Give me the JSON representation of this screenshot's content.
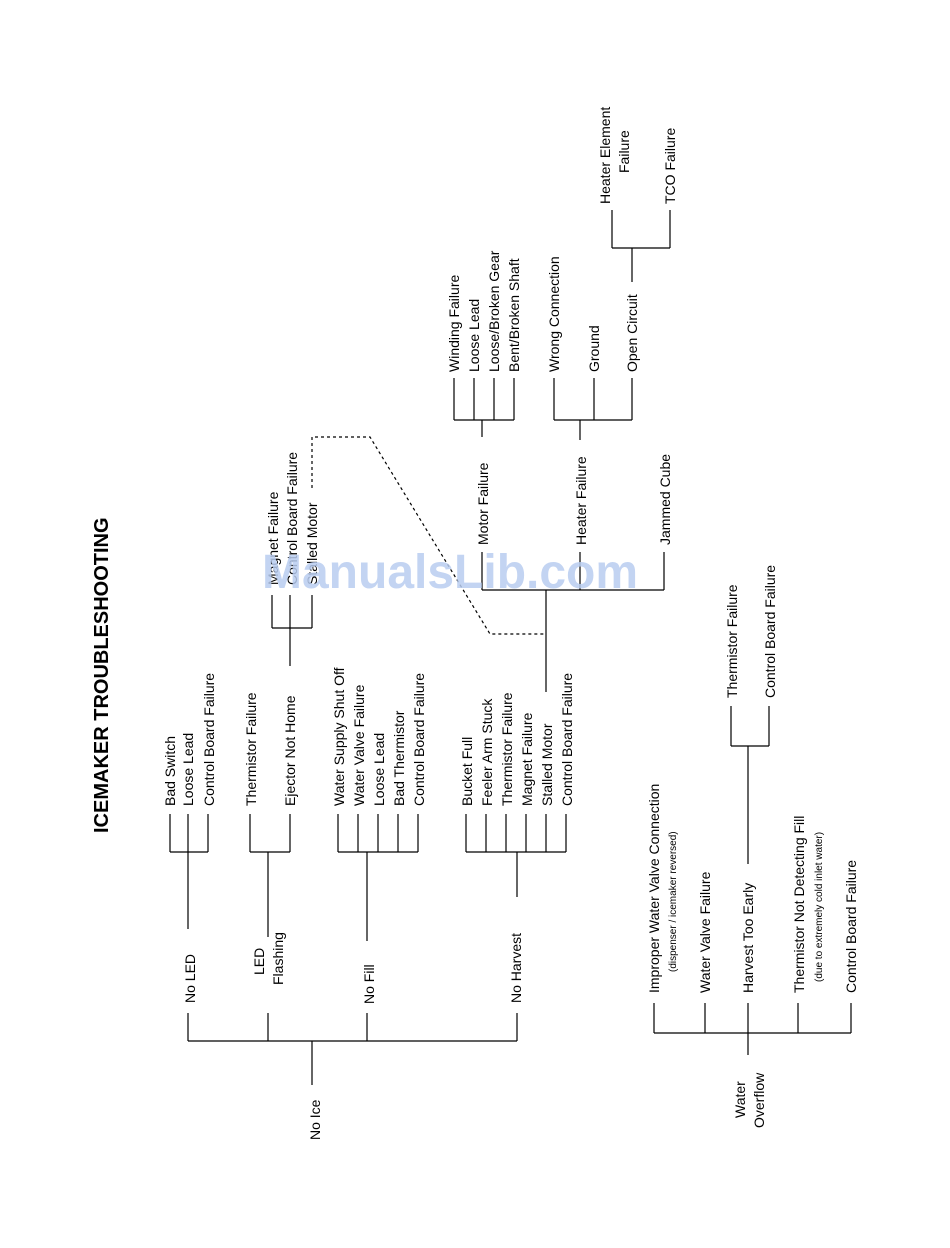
{
  "title": "ICEMAKER TROUBLESHOOTING",
  "watermark": "ManualsLib.com",
  "nodes": {
    "no_ice": "No Ice",
    "no_led": "No LED",
    "bad_switch": "Bad Switch",
    "loose_lead_1": "Loose Lead",
    "control_board_1": "Control Board Failure",
    "led": "LED",
    "flashing": "Flashing",
    "thermistor_1": "Thermistor Failure",
    "ejector_not_home": "Ejector Not Home",
    "magnet_1": "Magnet Failure",
    "control_board_2": "Control Board Failure",
    "stalled_motor_1": "Stalled Motor",
    "no_fill": "No Fill",
    "water_supply_shut_off": "Water Supply Shut Off",
    "water_valve_1": "Water Valve Failure",
    "loose_lead_2": "Loose Lead",
    "bad_thermistor": "Bad Thermistor",
    "control_board_3": "Control Board Failure",
    "no_harvest": "No Harvest",
    "bucket_full": "Bucket Full",
    "feeler_arm_stuck": "Feeler Arm  Stuck",
    "thermistor_2": "Thermistor Failure",
    "magnet_2": "Magnet Failure",
    "stalled_motor_2": "Stalled Motor",
    "control_board_4": "Control Board Failure",
    "motor_failure": "Motor Failure",
    "winding_failure": "Winding Failure",
    "loose_lead_3": "Loose Lead",
    "loose_broken_gear": "Loose/Broken Gear",
    "bent_broken_shaft": "Bent/Broken Shaft",
    "heater_failure": "Heater Failure",
    "wrong_connection": "Wrong Connection",
    "ground": "Ground",
    "open_circuit": "Open Circuit",
    "heater_element": "Heater Element",
    "failure": "Failure",
    "tco_failure": "TCO Failure",
    "jammed_cube": "Jammed Cube",
    "water": "Water",
    "overflow": "Overflow",
    "improper_valve": "Improper Water Valve Connection",
    "improper_valve_note": "(dispenser / icemaker reversed)",
    "water_valve_2": "Water Valve Failure",
    "harvest_too_early": "Harvest Too Early",
    "thermistor_3": "Thermistor Failure",
    "control_board_5": "Control Board Failure",
    "thermistor_not_detecting": "Thermistor Not Detecting Fill",
    "thermistor_not_detecting_note": "(due to extremely cold inlet water)",
    "control_board_6": "Control Board Failure"
  }
}
